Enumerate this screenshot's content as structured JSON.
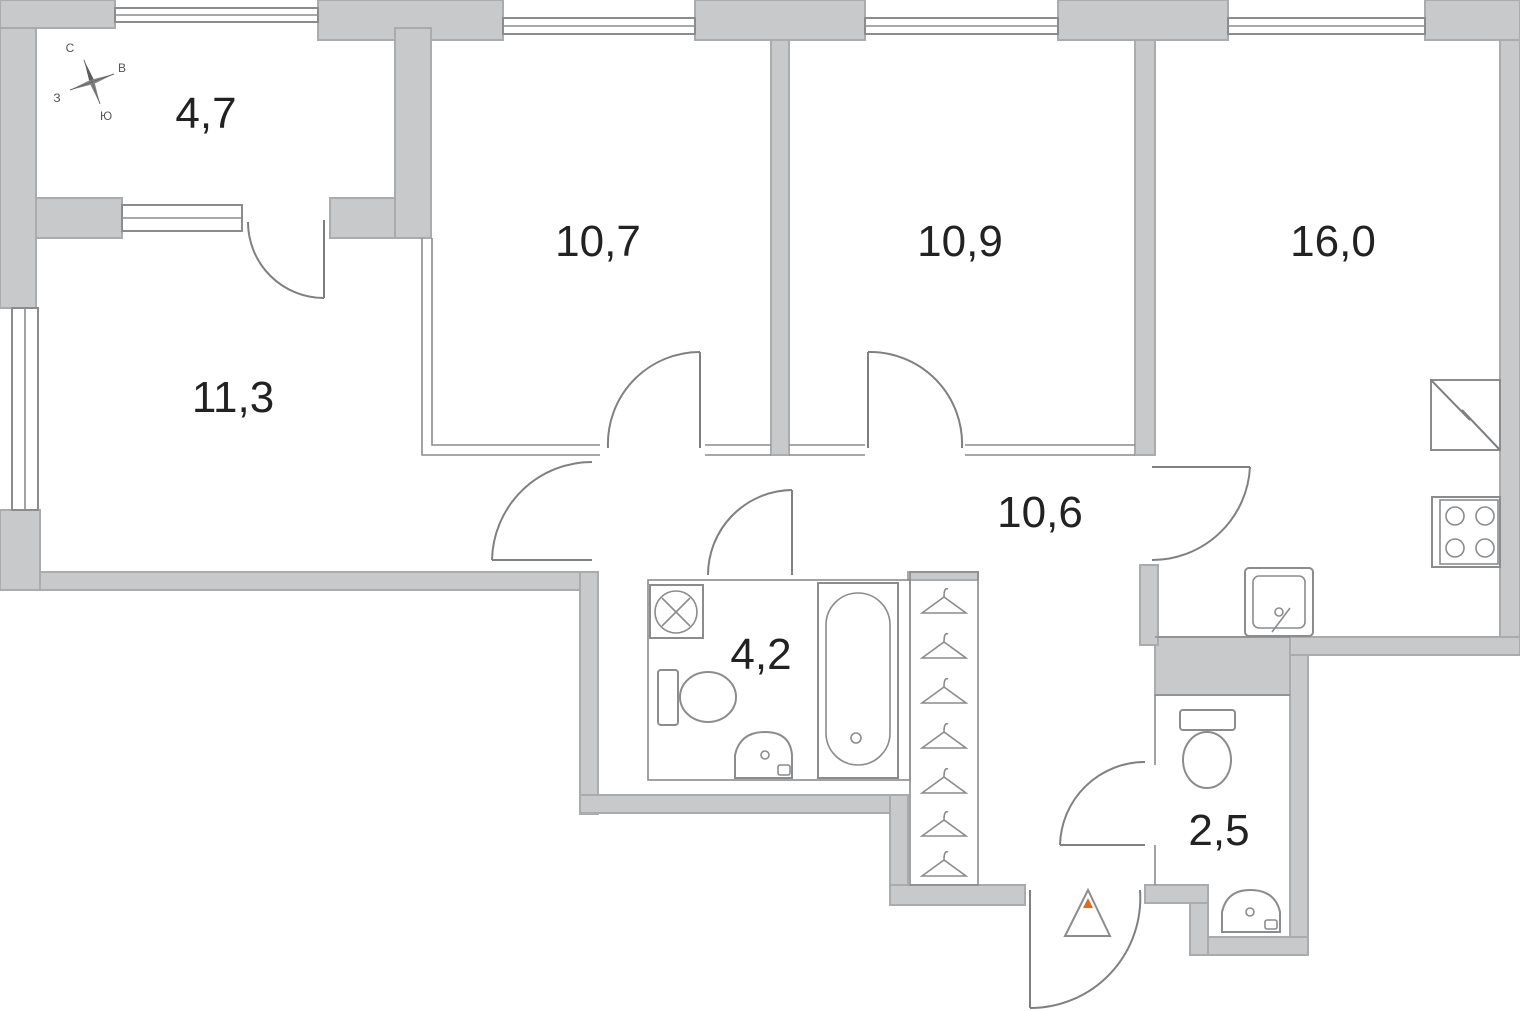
{
  "plan": {
    "rooms": [
      {
        "id": "balcony",
        "area": "4,7"
      },
      {
        "id": "room-left",
        "area": "11,3"
      },
      {
        "id": "bedroom-1",
        "area": "10,7"
      },
      {
        "id": "bedroom-2",
        "area": "10,9"
      },
      {
        "id": "kitchen-living",
        "area": "16,0"
      },
      {
        "id": "hallway",
        "area": "10,6"
      },
      {
        "id": "bathroom",
        "area": "4,2"
      },
      {
        "id": "toilet",
        "area": "2,5"
      }
    ],
    "compass": {
      "north": "С",
      "east": "В",
      "south": "Ю",
      "west": "З"
    },
    "colors": {
      "wall": "#c8c9ca",
      "entrance_marker": "#e06a1d"
    }
  }
}
